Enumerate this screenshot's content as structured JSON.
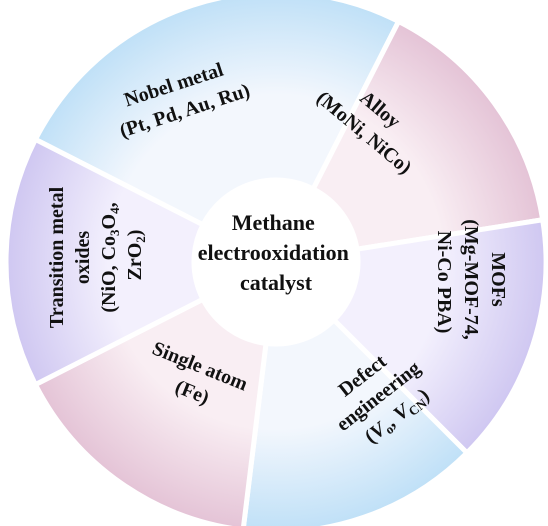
{
  "center": {
    "lines": [
      "Methane",
      "electrooxidation",
      "catalyst"
    ]
  },
  "segments": [
    {
      "id": "nobel-metal",
      "lines": [
        "Nobel metal",
        "(Pt, Pd, Au, Ru)"
      ],
      "fill_outer": "#bfe0f7",
      "fill_inner": "#f3f7fd"
    },
    {
      "id": "alloy",
      "lines": [
        "Alloy",
        "(MoNi, NiCo)"
      ],
      "fill_outer": "#e4c3d6",
      "fill_inner": "#f9eef3"
    },
    {
      "id": "mofs",
      "lines": [
        "MOFs",
        "(Mg-MOF-74,",
        "Ni-Co PBA)"
      ],
      "fill_outer": "#cfc7f1",
      "fill_inner": "#f3f0fd"
    },
    {
      "id": "defect-engineering",
      "lines": [
        "Defect",
        "engineering",
        "(V o, V CN)"
      ],
      "fill_outer": "#bfe0f7",
      "fill_inner": "#f3f7fd"
    },
    {
      "id": "single-atom",
      "lines": [
        "Single atom",
        "(Fe)"
      ],
      "fill_outer": "#e4c3d6",
      "fill_inner": "#f9eef3"
    },
    {
      "id": "transition-metal-oxides",
      "lines": [
        "Transition metal",
        "oxides",
        "(NiO, Co3O4,",
        "ZrO2)"
      ],
      "fill_outer": "#cfc7f1",
      "fill_inner": "#f3f0fd"
    }
  ],
  "colors": {
    "divider": "#ffffff",
    "text": "#111111"
  }
}
